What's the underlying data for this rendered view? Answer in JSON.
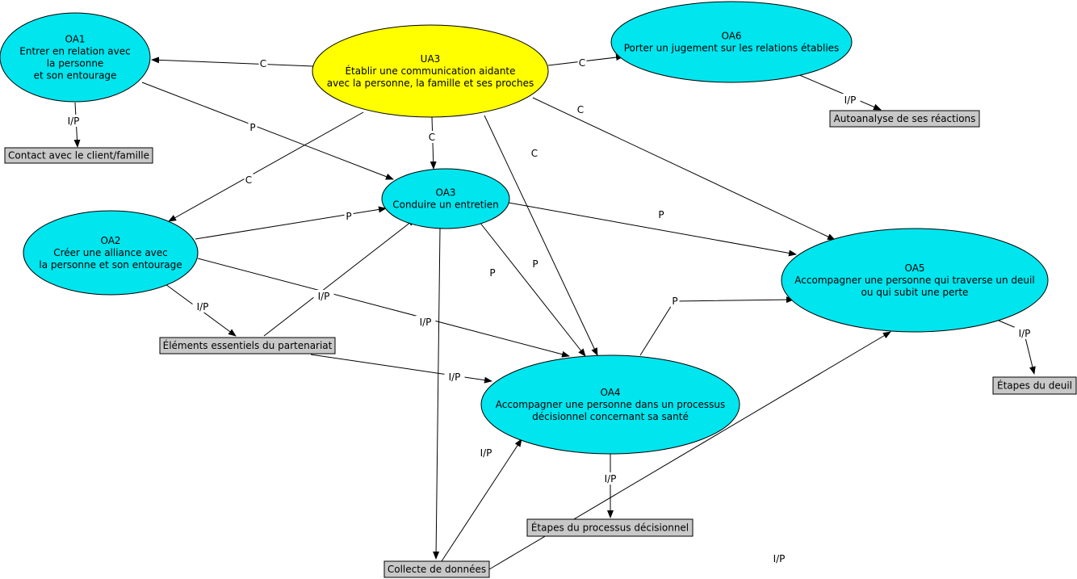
{
  "colors": {
    "accent": "#ffff00",
    "node": "#00e5ee",
    "box": "#c8c8c8",
    "line": "#000000"
  },
  "nodes": [
    {
      "id": "UA3",
      "lines": [
        "UA3",
        "Établir une communication aidante",
        "avec la personne, la famille et ses proches"
      ],
      "color": "#ffff00"
    },
    {
      "id": "OA1",
      "lines": [
        "OA1",
        "Entrer en relation avec",
        "la personne",
        "et son entourage"
      ],
      "color": "#00e5ee"
    },
    {
      "id": "OA2",
      "lines": [
        "OA2",
        "Créer une alliance avec",
        "la personne et son entourage"
      ],
      "color": "#00e5ee"
    },
    {
      "id": "OA3",
      "lines": [
        "OA3",
        "Conduire un entretien"
      ],
      "color": "#00e5ee"
    },
    {
      "id": "OA4",
      "lines": [
        "OA4",
        "Accompagner une personne dans un processus",
        "décisionnel concernant sa santé"
      ],
      "color": "#00e5ee"
    },
    {
      "id": "OA5",
      "lines": [
        "OA5",
        "Accompagner une personne qui traverse un deuil",
        "ou qui subit une perte"
      ],
      "color": "#00e5ee"
    },
    {
      "id": "OA6",
      "lines": [
        "OA6",
        "Porter un jugement sur les relations établies"
      ],
      "color": "#00e5ee"
    }
  ],
  "boxes": [
    {
      "id": "contact",
      "text": "Contact avec le client/famille"
    },
    {
      "id": "elements",
      "text": "Éléments essentiels du partenariat"
    },
    {
      "id": "collecte",
      "text": "Collecte de données"
    },
    {
      "id": "etapes_proc",
      "text": "Étapes du processus décisionnel"
    },
    {
      "id": "autoanalyse",
      "text": "Autoanalyse de ses réactions"
    },
    {
      "id": "etapes_deuil",
      "text": "Étapes du deuil"
    }
  ],
  "edges": [
    {
      "from": "UA3",
      "to": "OA1",
      "label": "C"
    },
    {
      "from": "UA3",
      "to": "OA6",
      "label": "C"
    },
    {
      "from": "UA3",
      "to": "OA3",
      "label": "C"
    },
    {
      "from": "UA3",
      "to": "OA2",
      "label": "C"
    },
    {
      "from": "UA3",
      "to": "OA4",
      "label": "C"
    },
    {
      "from": "UA3",
      "to": "OA5",
      "label": "C"
    },
    {
      "from": "OA1",
      "to": "OA3",
      "label": "P"
    },
    {
      "from": "OA1",
      "to": "contact",
      "label": "I/P"
    },
    {
      "from": "OA2",
      "to": "OA3",
      "label": "P"
    },
    {
      "from": "OA2",
      "to": "OA4",
      "label": "P"
    },
    {
      "from": "OA2",
      "to": "elements",
      "label": "I/P"
    },
    {
      "from": "elements",
      "to": "OA3",
      "label": "I/P"
    },
    {
      "from": "elements",
      "to": "OA4",
      "label": "I/P"
    },
    {
      "from": "OA3",
      "to": "OA5",
      "label": "P"
    },
    {
      "from": "OA3",
      "to": "OA4",
      "label": "P"
    },
    {
      "from": "OA3",
      "to": "collecte",
      "label": "I/P"
    },
    {
      "from": "collecte",
      "to": "OA4",
      "label": "I/P"
    },
    {
      "from": "collecte",
      "to": "OA5",
      "label": "I/P"
    },
    {
      "from": "OA4",
      "to": "OA5",
      "label": "P"
    },
    {
      "from": "OA4",
      "to": "etapes_proc",
      "label": "I/P"
    },
    {
      "from": "OA6",
      "to": "autoanalyse",
      "label": "I/P"
    },
    {
      "from": "OA5",
      "to": "etapes_deuil",
      "label": "I/P"
    }
  ]
}
